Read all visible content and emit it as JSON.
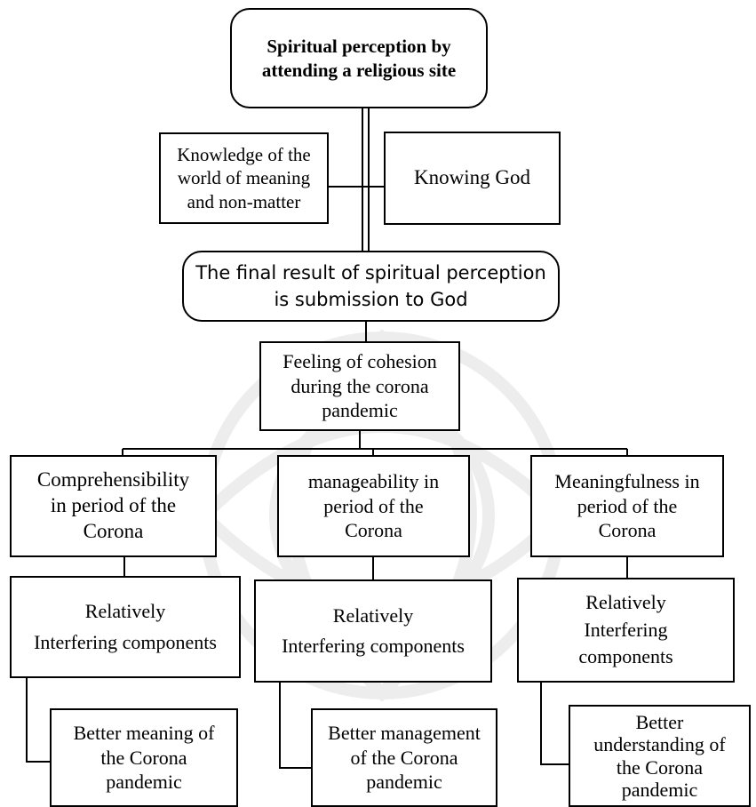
{
  "title": "Spiritual perception by\nattending a religious site",
  "branches": {
    "left": "Knowledge of the\nworld of meaning\nand non-matter",
    "right": "Knowing God"
  },
  "final_result": "The final result of spiritual perception\nis submission to God",
  "cohesion": "Feeling of cohesion\nduring the corona\npandemic",
  "columns": [
    {
      "dimension": "Comprehensibility\nin period of the\nCorona",
      "components": "Relatively\nInterfering components",
      "outcome": "Better meaning of\nthe Corona\npandemic"
    },
    {
      "dimension": "manageability in\nperiod of the\nCorona",
      "components": "Relatively\nInterfering components",
      "outcome": "Better management\nof the Corona\npandemic"
    },
    {
      "dimension": "Meaningfulness in\nperiod of the\nCorona",
      "components": "Relatively\nInterfering\ncomponents",
      "outcome": "Better\nunderstanding of\nthe Corona\npandemic"
    }
  ],
  "colors": {
    "line": "#000000",
    "watermark": "#e8e8e8"
  }
}
